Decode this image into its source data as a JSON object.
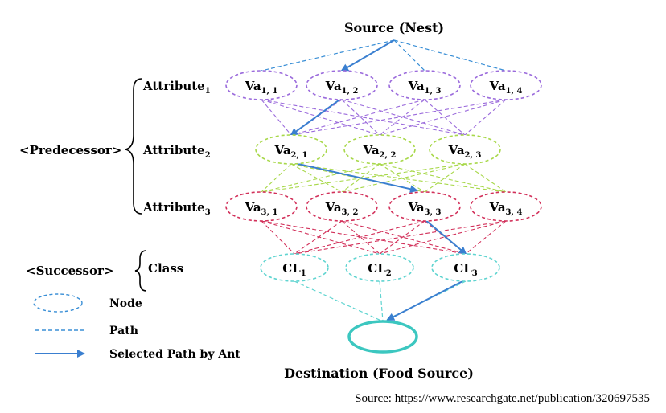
{
  "title": "Source (Nest)",
  "destination_label": "Destination (Food Source)",
  "source_note": "Source: https://www.researchgate.net/publication/320697535",
  "colors": {
    "source_edges": "#3a8fd6",
    "layer1": "#9b6bdc",
    "layer2": "#a8d84a",
    "layer3": "#d2305a",
    "class": "#5fd4d0",
    "destination": "#3cc7c0",
    "selected": "#3a7fd0"
  },
  "brackets": {
    "predecessor": "<Predecessor>",
    "successor": "<Successor>"
  },
  "layers": [
    {
      "label": "Attribute",
      "label_sub": "1",
      "nodes": [
        {
          "base": "Va",
          "sub": "1, 1"
        },
        {
          "base": "Va",
          "sub": "1, 2"
        },
        {
          "base": "Va",
          "sub": "1, 3"
        },
        {
          "base": "Va",
          "sub": "1, 4"
        }
      ]
    },
    {
      "label": "Attribute",
      "label_sub": "2",
      "nodes": [
        {
          "base": "Va",
          "sub": "2, 1"
        },
        {
          "base": "Va",
          "sub": "2, 2"
        },
        {
          "base": "Va",
          "sub": "2, 3"
        }
      ]
    },
    {
      "label": "Attribute",
      "label_sub": "3",
      "nodes": [
        {
          "base": "Va",
          "sub": "3, 1"
        },
        {
          "base": "Va",
          "sub": "3, 2"
        },
        {
          "base": "Va",
          "sub": "3, 3"
        },
        {
          "base": "Va",
          "sub": "3, 4"
        }
      ]
    },
    {
      "label": "Class",
      "label_sub": "",
      "nodes": [
        {
          "base": "CL",
          "sub": "1"
        },
        {
          "base": "CL",
          "sub": "2"
        },
        {
          "base": "CL",
          "sub": "3"
        }
      ]
    }
  ],
  "selected_path": [
    "source",
    "1.1",
    "2.0",
    "3.2",
    "4.2",
    "destination"
  ],
  "legend": [
    {
      "symbol": "node",
      "label": "Node"
    },
    {
      "symbol": "path",
      "label": "Path"
    },
    {
      "symbol": "arrow",
      "label": "Selected Path by Ant"
    }
  ]
}
